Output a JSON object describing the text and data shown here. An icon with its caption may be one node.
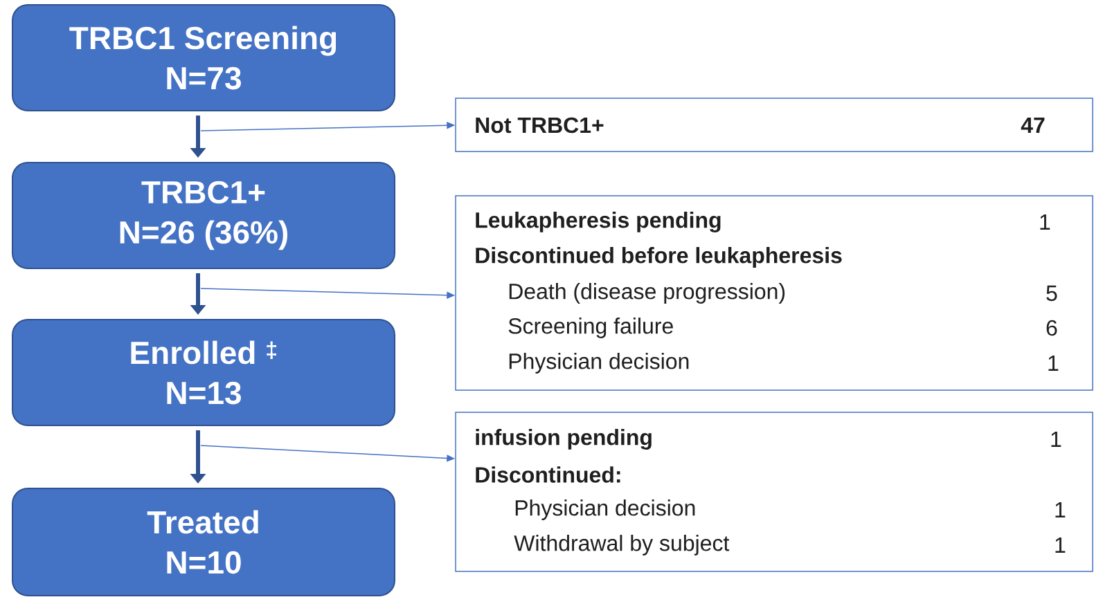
{
  "diagram": {
    "nodes": [
      {
        "text": [
          "TRBC1 Screening",
          "N=73"
        ]
      },
      {
        "text": [
          "TRBC1+",
          "N=26 (36%)"
        ]
      },
      {
        "text": [
          "Enrolled $^{‡}$",
          "N=13"
        ]
      },
      {
        "text": [
          "Treated",
          "N=10"
        ]
      },
      {
        "text": [
          "Not TRBC1+",
          "47"
        ]
      },
      {
        "text": [
          "Leukapheresis pending",
          "1",
          "Discontinued before leukapheresis",
          "Death (disease progression)",
          "5",
          "Screening failure",
          "6",
          "Physician decision",
          "1"
        ]
      },
      {
        "text": [
          "infusion pending",
          "1",
          "Discontinued:",
          "Physician decision",
          "1",
          "Withdrawal by subject",
          "1"
        ]
      }
    ],
    "edges": [
      {
        "from": 0,
        "to": 1,
        "arrow": "to",
        "style": "thick"
      },
      {
        "from": 1,
        "to": 2,
        "arrow": "to",
        "style": "thick"
      },
      {
        "from": 2,
        "to": 3,
        "arrow": "to",
        "style": "thick"
      },
      {
        "from": 0,
        "to": 4,
        "arrow": "to"
      },
      {
        "from": 1,
        "to": 5,
        "arrow": "to"
      },
      {
        "from": 2,
        "to": 6,
        "arrow": "to"
      }
    ]
  }
}
